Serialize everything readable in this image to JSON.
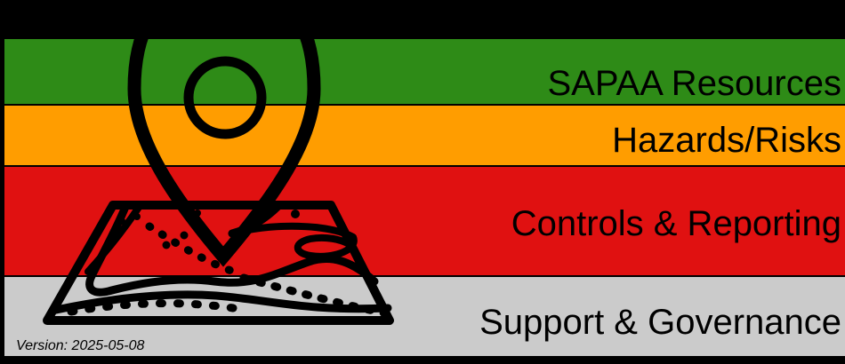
{
  "poster": {
    "bands": [
      {
        "id": "sapaa-resources",
        "label": "SAPAA Resources",
        "color": "#2E8B17"
      },
      {
        "id": "hazards-risks",
        "label": "Hazards/Risks",
        "color": "#FF9D00"
      },
      {
        "id": "controls-reporting",
        "label": "Controls & Reporting",
        "color": "#E01111"
      },
      {
        "id": "support-governance",
        "label": "Support & Governance",
        "color": "#CBCBCB"
      }
    ],
    "version_label": "Version: 2025-05-08",
    "colors": {
      "background": "#000000",
      "band_text": "#000000",
      "separator": "#000000",
      "icon_stroke": "#000000"
    },
    "icons": [
      {
        "name": "map-pin-icon",
        "meaning": "location marker over a contour map"
      },
      {
        "name": "map-icon",
        "meaning": "perspective map with contour lines and dotted trails"
      }
    ]
  }
}
